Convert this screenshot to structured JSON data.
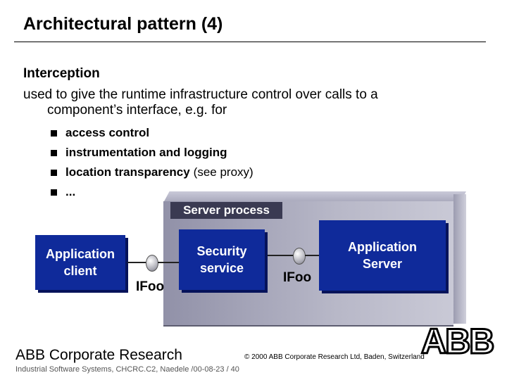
{
  "slide": {
    "title": "Architectural pattern (4)",
    "heading": "Interception",
    "description_line1": "used to give the runtime infrastructure control over calls to a",
    "description_line2": "component’s interface, e.g. for",
    "bullets": [
      {
        "bold": "access control",
        "normal": ""
      },
      {
        "bold": "instrumentation and logging",
        "normal": ""
      },
      {
        "bold": "location transparency",
        "normal": "(see proxy)"
      },
      {
        "bold": "...",
        "normal": ""
      }
    ]
  },
  "diagram": {
    "server_process_label": "Server process",
    "client_label": "Application\nclient",
    "security_label": "Security\nservice",
    "app_server_label": "Application\nServer",
    "interface_left": "IFoo",
    "interface_right": "IFoo",
    "colors": {
      "box_fill": "#0f2a9a",
      "server_bg": "#b8b8c8",
      "label_bg": "#3a3a52"
    }
  },
  "footer": {
    "brand": "ABB Corporate Research",
    "subline": "Industrial Software Systems, CHCRC.C2, Naedele /00-08-23 / 40",
    "copyright": "© 2000 ABB Corporate Research Ltd, Baden, Switzerland",
    "logo_text": "ABB"
  }
}
